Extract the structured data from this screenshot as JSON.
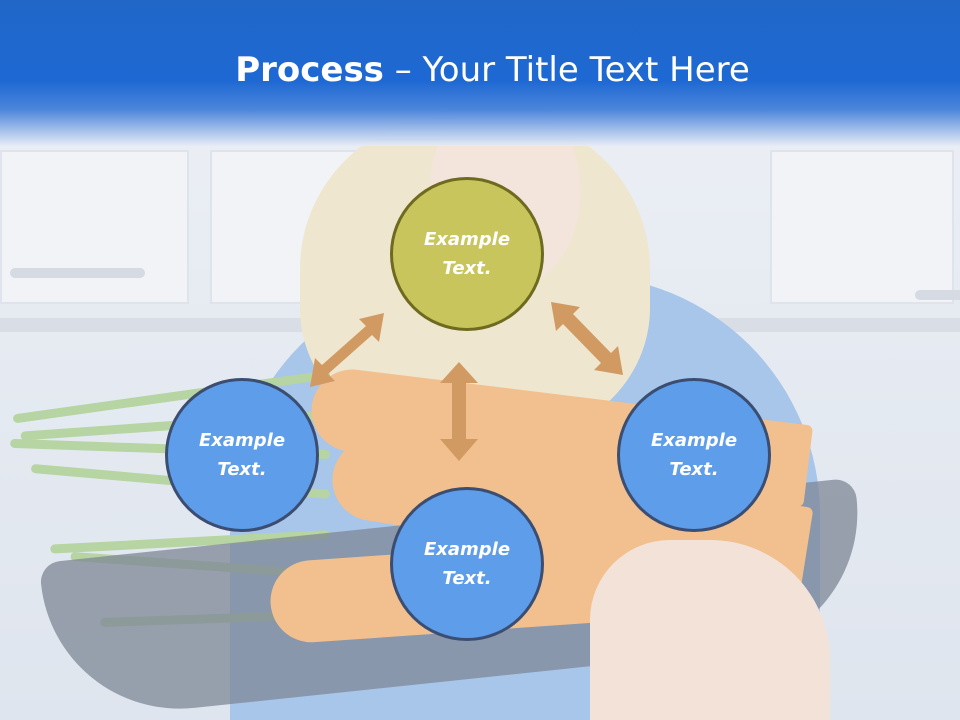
{
  "slide": {
    "title_bold": "Process",
    "title_rest": " – Your Title Text Here"
  },
  "diagram": {
    "center": {
      "line1": "Example",
      "line2": "Text."
    },
    "left": {
      "line1": "Example",
      "line2": "Text."
    },
    "right": {
      "line1": "Example",
      "line2": "Text."
    },
    "bottom": {
      "line1": "Example",
      "line2": "Text."
    }
  },
  "colors": {
    "header_blue": "#1d68d3",
    "center_node": "#c9c55d",
    "outer_node": "#5e9de9",
    "arrow": "#d19a62"
  }
}
